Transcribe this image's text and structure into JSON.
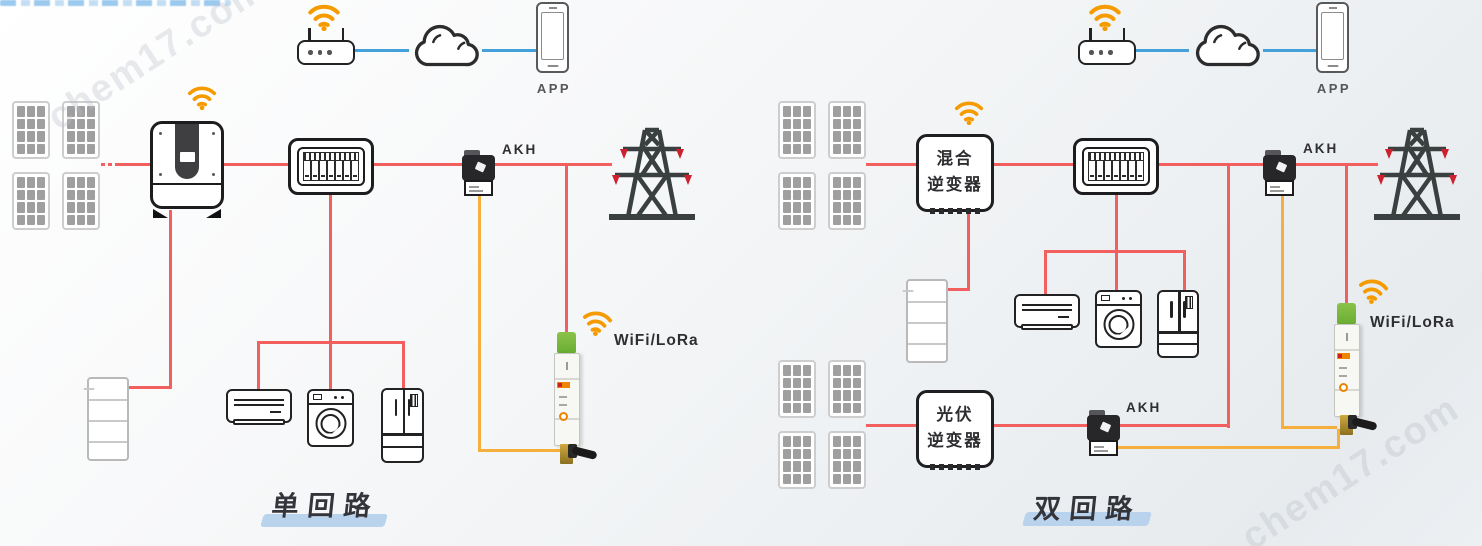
{
  "watermark": {
    "text": "chem17.com"
  },
  "colors": {
    "wire_power_red": "#f15f5f",
    "wire_ct_yellow": "#f5af3c",
    "wire_network_blue": "#45a1da",
    "wifi_orange": "#f59b00",
    "insulator_red": "#cf2030",
    "title_highlight_blue": "#b9d3ed",
    "meter_cap_green": "#7cc142"
  },
  "cloud_link": {
    "app_label": "APP"
  },
  "left_system": {
    "title": "单回路",
    "ct_label": "AKH",
    "meter_comm_label": "WiFi/LoRa"
  },
  "right_system": {
    "title": "双回路",
    "grid_ct_label": "AKH",
    "pv_ct_label": "AKH",
    "meter_comm_label": "WiFi/LoRa",
    "hybrid_inverter_label": {
      "line1": "混合",
      "line2": "逆变器"
    },
    "pv_inverter_label": {
      "line1": "光伏",
      "line2": "逆变器"
    }
  }
}
